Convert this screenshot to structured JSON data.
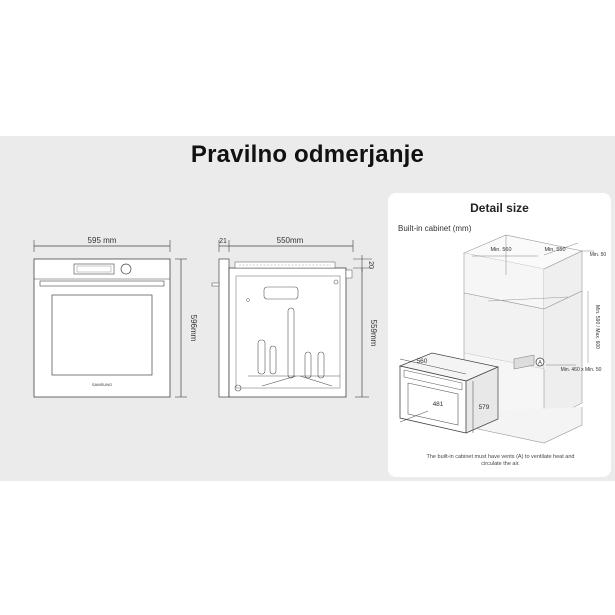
{
  "title": "Pravilno odmerjanje",
  "front": {
    "width_label": "595 mm",
    "height_label": "596mm",
    "brand": "SAMSUNG"
  },
  "side": {
    "front_depth_label": "21",
    "depth_label": "550mm",
    "top_label": "20",
    "height_label": "559mm"
  },
  "detail": {
    "title": "Detail size",
    "subtitle": "Built-in cabinet (mm)",
    "oven_width": "560",
    "oven_height": "579",
    "oven_depth": "481",
    "min_width": "Min. 560",
    "min_depth": "Min. 550",
    "min_top": "Min. 50",
    "height_range": "Min. 590 / Max. 600",
    "vent_size": "Min. 460 x Min. 50",
    "vent_marker": "A",
    "note": "The built-in cabinet must have vents (A) to ventilate heat and circulate the air."
  },
  "colors": {
    "band": "#ebebeb",
    "line": "#555555"
  }
}
